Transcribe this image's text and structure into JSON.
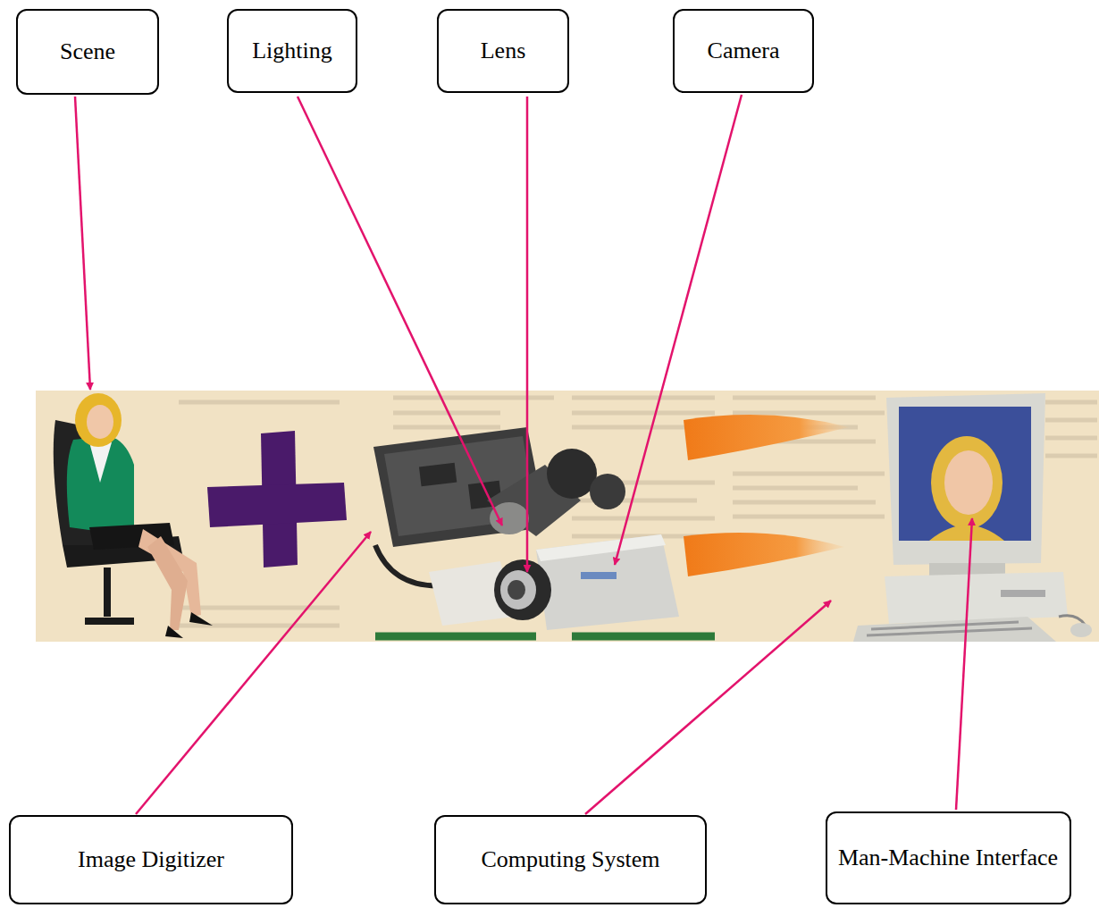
{
  "diagram": {
    "nodes": [
      {
        "text": [
          "Scene"
        ]
      },
      {
        "text": [
          "Lighting"
        ]
      },
      {
        "text": [
          "Lens"
        ]
      },
      {
        "text": [
          "Camera"
        ]
      },
      {
        "text": [
          "Image Digitizer"
        ]
      },
      {
        "text": [
          "Computing System"
        ]
      },
      {
        "text": [
          "Man-Machine Interface"
        ]
      }
    ]
  }
}
